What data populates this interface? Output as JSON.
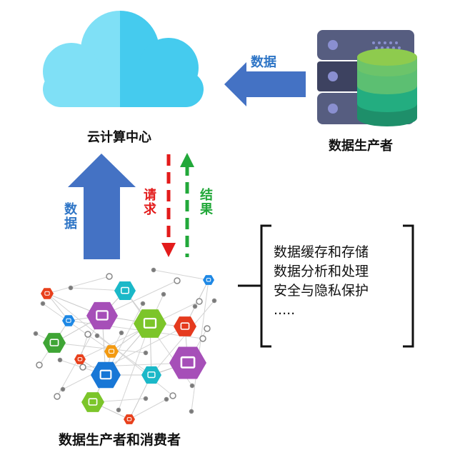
{
  "cloud": {
    "label": "云计算中心",
    "colors": {
      "left": "#7fe0f6",
      "right": "#45cbee"
    }
  },
  "producer": {
    "label": "数据生产者",
    "arrow_label": "数据"
  },
  "uplink": {
    "arrow_label": "数据"
  },
  "request": {
    "label": "请求",
    "color": "#e31b1b"
  },
  "result": {
    "label": "结果",
    "color": "#22a83a"
  },
  "edge": {
    "label": "数据生产者和消费者",
    "tasks": [
      "数据缓存和存储",
      "数据分析和处理",
      "安全与隐私保护",
      "....."
    ],
    "nodes": [
      "phone-icon",
      "chat-icon",
      "download-icon",
      "laptop-icon",
      "people-icon",
      "lock-icon",
      "twitter-icon",
      "note-icon",
      "share-icon",
      "star-icon",
      "globe-icon",
      "gear-icon",
      "touch-icon",
      "music-icon",
      "speaker-icon"
    ]
  },
  "colors": {
    "arrow_blue": "#4472c4",
    "label_blue": "#2e75c6"
  }
}
